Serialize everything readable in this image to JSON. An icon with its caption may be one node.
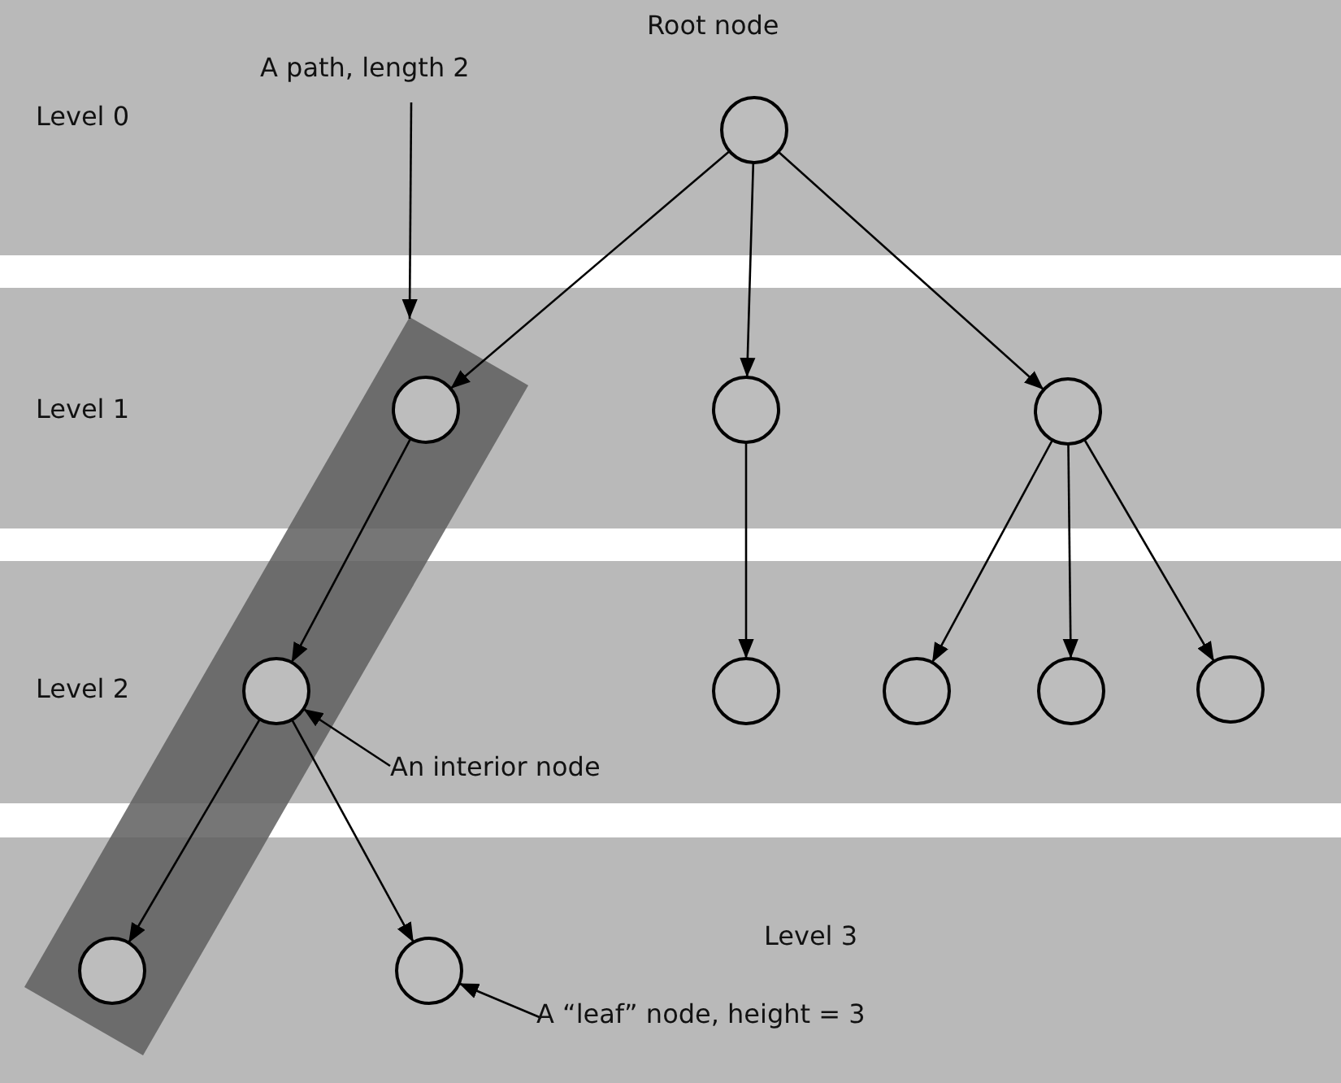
{
  "diagram": {
    "nodes": [
      {
        "text": [
          "Root node"
        ]
      },
      {
        "text": [
          "A path, length 2"
        ]
      },
      {
        "text": [],
        "shape": "bar"
      },
      {
        "text": [],
        "shape": "circle",
        "in": 2
      },
      {
        "text": [],
        "shape": "circle"
      },
      {
        "text": [],
        "shape": "circle"
      },
      {
        "text": [],
        "shape": "circle",
        "in": 2
      },
      {
        "text": [],
        "shape": "circle"
      },
      {
        "text": [],
        "shape": "circle"
      },
      {
        "text": [],
        "shape": "circle"
      },
      {
        "text": [],
        "shape": "circle"
      },
      {
        "text": [
          "An interior node"
        ]
      },
      {
        "text": [],
        "shape": "circle",
        "in": 2
      },
      {
        "text": [],
        "shape": "circle"
      },
      {
        "text": [
          "A “leaf” node, height = 3"
        ]
      }
    ],
    "edges": [
      {
        "from": 0,
        "to": 3,
        "arrow": "to"
      },
      {
        "from": 0,
        "to": 4,
        "arrow": "to"
      },
      {
        "from": 0,
        "to": 5,
        "arrow": "to"
      },
      {
        "from": 3,
        "to": 6,
        "arrow": "to"
      },
      {
        "from": 4,
        "to": 7,
        "arrow": "to"
      },
      {
        "from": 5,
        "to": 8,
        "arrow": "to"
      },
      {
        "from": 5,
        "to": 9,
        "arrow": "to"
      },
      {
        "from": 5,
        "to": 10,
        "arrow": "to"
      },
      {
        "from": 6,
        "to": 12,
        "arrow": "to"
      },
      {
        "from": 6,
        "to": 13,
        "arrow": "to"
      },
      {
        "from": 1,
        "to": 2,
        "arrow": "to"
      },
      {
        "from": 11,
        "to": 6,
        "arrow": "to"
      },
      {
        "from": 14,
        "to": 13,
        "arrow": "to"
      }
    ],
    "labels": [
      "Level 0",
      "Level 1",
      "Level 2",
      "Level 3"
    ]
  }
}
